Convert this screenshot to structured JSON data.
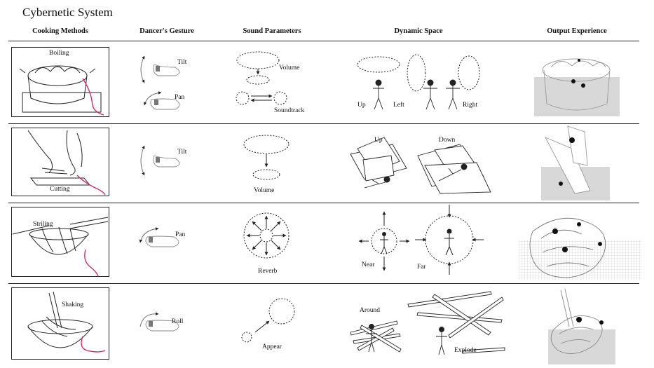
{
  "title": "Cybernetic System",
  "headers": {
    "cooking": "Cooking Methods",
    "gesture": "Dancer's Gesture",
    "sound": "Sound Parameters",
    "space": "Dynamic Space",
    "output": "Output Experience"
  },
  "rows": [
    {
      "method": "Boiling",
      "gestures": [
        "Tilt",
        "Pan"
      ],
      "sound": [
        "Volume",
        "Soundtrack"
      ],
      "space": [
        "Up",
        "Left",
        "Right"
      ]
    },
    {
      "method": "Cutting",
      "gestures": [
        "Tilt"
      ],
      "sound": [
        "Volume"
      ],
      "space": [
        "Up",
        "Down"
      ]
    },
    {
      "method": "Striling",
      "gestures": [
        "Pan"
      ],
      "sound": [
        "Reverb"
      ],
      "space": [
        "Near",
        "Far"
      ]
    },
    {
      "method": "Shaking",
      "gestures": [
        "Roll"
      ],
      "sound": [
        "Appear"
      ],
      "space": [
        "Around",
        "Explode"
      ]
    }
  ],
  "colors": {
    "ink": "#222222",
    "accent": "#d6286e",
    "shade": "#d8d8d8"
  }
}
